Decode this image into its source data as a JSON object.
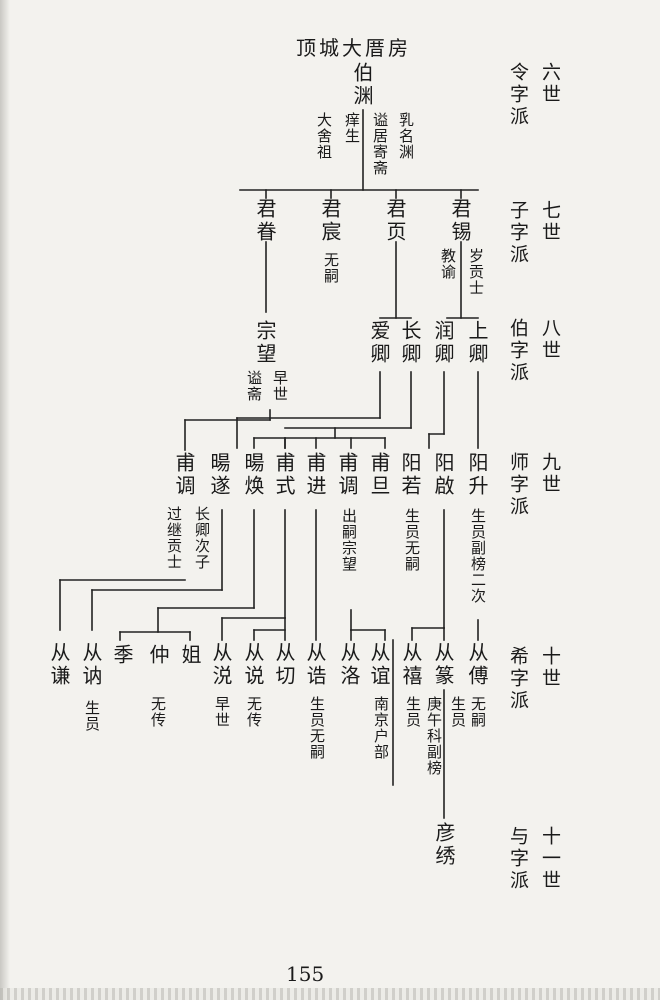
{
  "heading": "顶城大厝房",
  "generations": [
    {
      "gen": "六世",
      "sect": "令字派"
    },
    {
      "gen": "七世",
      "sect": "子字派"
    },
    {
      "gen": "八世",
      "sect": "伯字派"
    },
    {
      "gen": "九世",
      "sect": "师字派"
    },
    {
      "gen": "十世",
      "sect": "希字派"
    },
    {
      "gen": "十一世",
      "sect": "与字派"
    }
  ],
  "people": {
    "boyuan": {
      "name": "伯渊",
      "notes": [
        "乳名渊",
        "谥居寄斋",
        "痒生",
        "大舍祖"
      ]
    },
    "junxi": {
      "name": "君锡",
      "notes": [
        "岁贡士",
        "教谕"
      ]
    },
    "junye": {
      "name": "君页"
    },
    "junchen": {
      "name": "君宸",
      "notes": [
        "无嗣"
      ]
    },
    "junjuan": {
      "name": "君眷"
    },
    "shangqing": {
      "name": "上卿"
    },
    "runqing": {
      "name": "润卿"
    },
    "changqing": {
      "name": "长卿"
    },
    "aiqing": {
      "name": "爱卿"
    },
    "zongwang": {
      "name": "宗望",
      "notes": [
        "早世",
        "谥斋"
      ]
    },
    "yangsheng": {
      "name": "阳升",
      "notes": [
        "生员副榜二次"
      ]
    },
    "yangqi": {
      "name": "阳啟"
    },
    "yangruo": {
      "name": "阳若",
      "notes": [
        "生员无嗣"
      ]
    },
    "fudan": {
      "name": "甫旦"
    },
    "fudiao2": {
      "name": "甫调",
      "notes": [
        "出嗣宗望"
      ]
    },
    "fujin": {
      "name": "甫进"
    },
    "fushi": {
      "name": "甫式"
    },
    "xihuan": {
      "name": "暘焕"
    },
    "xisui": {
      "name": "暘遂",
      "notes": [
        "长卿次子"
      ]
    },
    "fudiao1": {
      "name": "甫调",
      "notes": [
        "过继贡士"
      ]
    },
    "congfu": {
      "name": "从傅",
      "notes": [
        "无嗣"
      ]
    },
    "congzhuan": {
      "name": "从篆",
      "notes": [
        "生员",
        "庚午科副榜"
      ]
    },
    "congxi": {
      "name": "从禧",
      "notes": [
        "生员"
      ]
    },
    "congyi": {
      "name": "从谊",
      "notes": [
        "南京户部"
      ]
    },
    "congluo": {
      "name": "从洛"
    },
    "conggao": {
      "name": "从诰",
      "notes": [
        "生员无嗣"
      ]
    },
    "congqie": {
      "name": "从切"
    },
    "congshuo": {
      "name": "从说",
      "notes": [
        "无传"
      ]
    },
    "congshuo2": {
      "name": "从涚",
      "notes": [
        "早世"
      ]
    },
    "conggu": {
      "name": "姐"
    },
    "congzhong": {
      "name": "仲",
      "notes": [
        "无传"
      ]
    },
    "congji": {
      "name": "季"
    },
    "congna": {
      "name": "从讷",
      "notes": [
        "生员"
      ]
    },
    "congqian": {
      "name": "从谦"
    },
    "yanxiu": {
      "name": "彦绣"
    }
  },
  "page_number": "155"
}
